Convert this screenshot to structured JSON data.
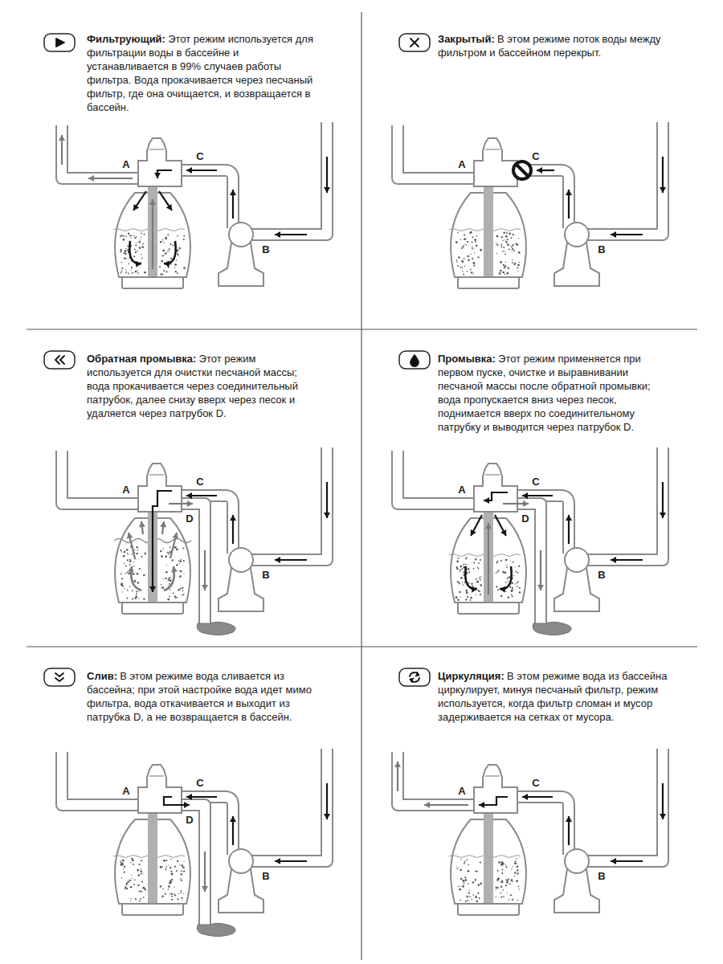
{
  "diagram": {
    "nodes": [
      {
        "text": [
          "Фильтрующий:",
          "Этот режим используется для фильтрации воды в бассейне и устанавливается в 99% случаев работы фильтра. Вода прокачивается через песчаный фильтр, где она очищается, и возвращается в бассейн."
        ]
      },
      {
        "text": [
          "Закрытый:",
          "В этом режиме поток воды между фильтром и бассейном перекрыт."
        ]
      },
      {
        "text": [
          "Обратная промывка:",
          "Этот режим используется для очистки песчаной массы; вода прокачивается через соединительный патрубок, далее снизу вверх через песок и удаляется через патрубок D."
        ]
      },
      {
        "text": [
          "Промывка:",
          "Этот режим применяется при первом пуске, очистке и выравнивании песчаной массы после обратной промывки; вода пропускается вниз через песок, поднимается вверх по соединительному патрубку и выводится через патрубок D."
        ]
      },
      {
        "text": [
          "Слив:",
          "В этом режиме вода сливается из бассейна; при этой настройке вода идет мимо фильтра, вода откачивается и выходит из патрубка D, а не возвращается в бассейн."
        ]
      },
      {
        "text": [
          "Циркуляция:",
          "В этом режиме вода из бассейна циркулирует, минуя песчаный фильтр, режим используется, когда фильтр сломан и мусор задерживается на сетках от мусора."
        ]
      }
    ],
    "labels": [
      "A",
      "C",
      "B",
      "A",
      "C",
      "B",
      "A",
      "C",
      "D",
      "B",
      "A",
      "C",
      "D",
      "B",
      "A",
      "C",
      "D",
      "B",
      "A",
      "C",
      "B"
    ]
  }
}
